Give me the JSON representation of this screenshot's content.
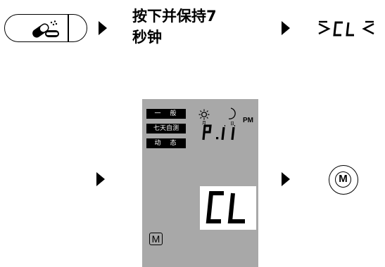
{
  "step1": {
    "button_icon": "pill-capsule-icon",
    "instruction_line1": "按下并保持7",
    "instruction_line2": "秒钟",
    "blinking_display": "CL"
  },
  "lcd": {
    "modes": [
      "一　般",
      "七天自测",
      "动　态"
    ],
    "icons": [
      "sun-icon",
      "moon-icon"
    ],
    "sun_sublabel": "月",
    "moon_sublabel": "日",
    "pm_label": "PM",
    "program_display": "P.11",
    "main_display": "CL",
    "memory_indicator": "M"
  },
  "memory_button": {
    "label": "M"
  },
  "colors": {
    "lcd_background": "#a8a8a8",
    "foreground": "#000000",
    "background": "#ffffff"
  }
}
